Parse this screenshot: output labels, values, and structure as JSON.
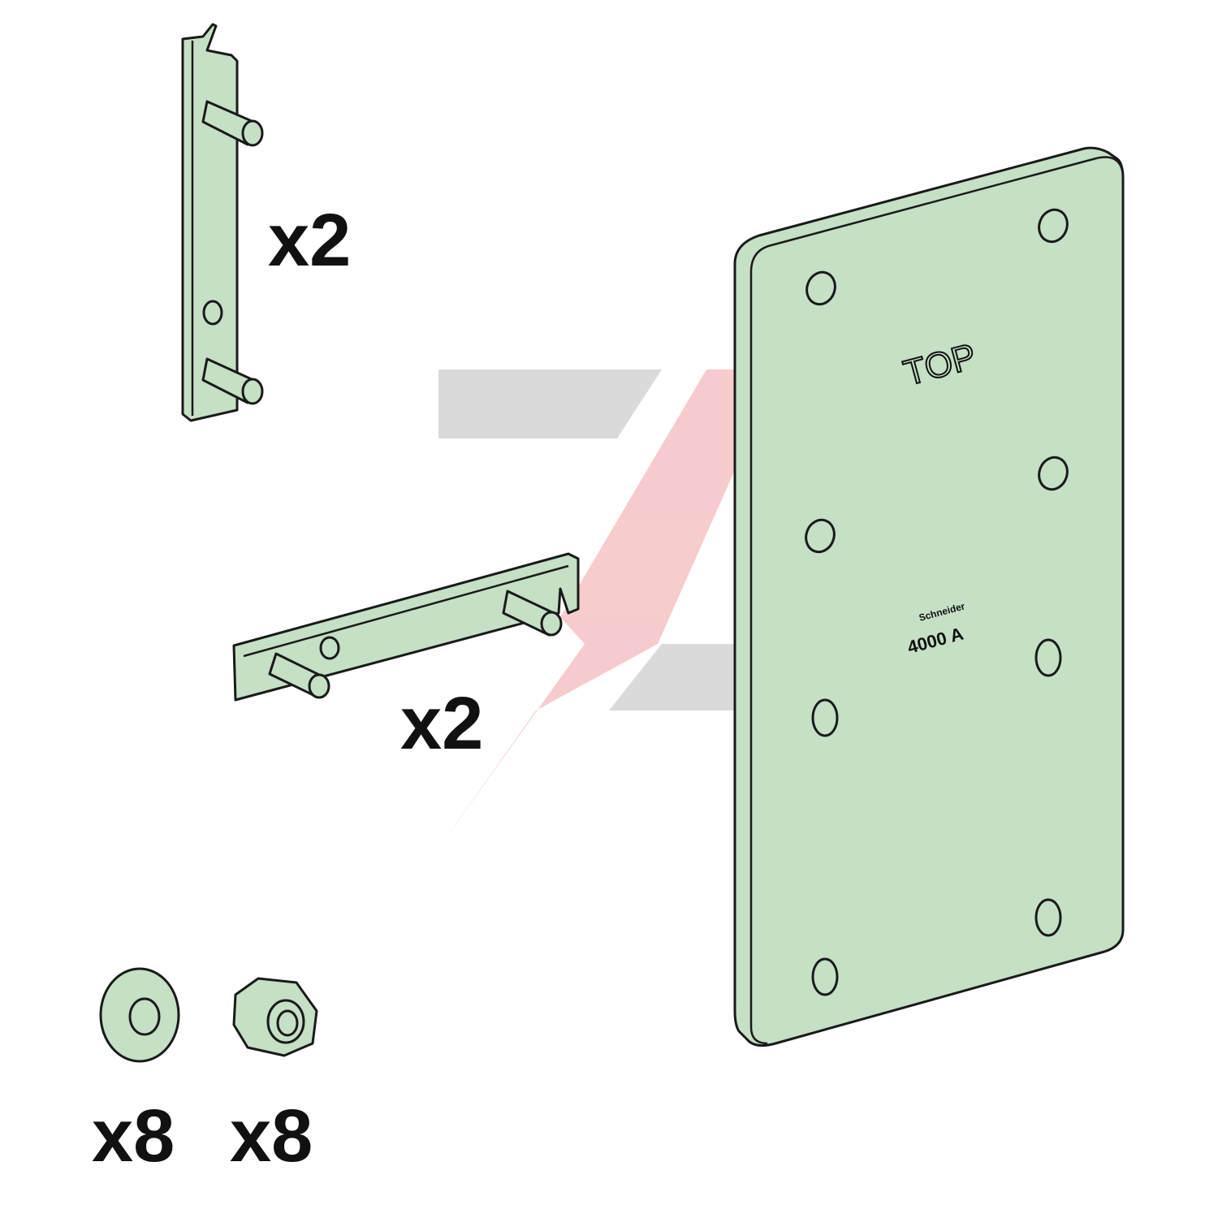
{
  "watermark": {
    "logo": "lightning-z-logo",
    "colors": {
      "grey": "#d6d6d6",
      "red": "#f6c6c8"
    }
  },
  "parts": [
    {
      "name": "vertical-bracket",
      "quantity": "x2"
    },
    {
      "name": "horizontal-bracket",
      "quantity": "x2"
    },
    {
      "name": "washer",
      "quantity": "x8"
    },
    {
      "name": "nut",
      "quantity": "x8"
    },
    {
      "name": "connection-plate",
      "label_top": "TOP",
      "brand": "Schneider",
      "rating": "4000 A"
    }
  ],
  "colors": {
    "part_fill": "#c5e0c5",
    "outline": "#1a1a1a"
  }
}
